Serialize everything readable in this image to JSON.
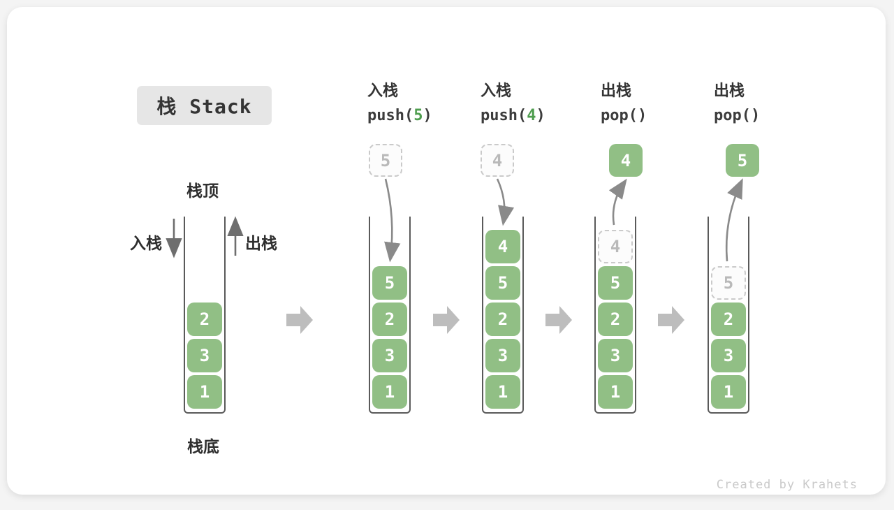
{
  "title": "栈 Stack",
  "watermark": "Created by Krahets",
  "labels": {
    "stack_top": "栈顶",
    "stack_bottom": "栈底",
    "push_side": "入栈",
    "pop_side": "出栈"
  },
  "colors": {
    "cell_green": "#91bf85",
    "code_arg_green": "#4e9d4e",
    "ghost_border": "#cacaca",
    "ghost_text": "#b9b9b9",
    "wall_gray": "#5a5a5a",
    "flow_arrow_gray": "#bdbdbd",
    "curve_arrow_gray": "#8a8a8a",
    "title_bg": "#e6e6e6",
    "ink": "#333333",
    "watermark_gray": "#c9c9c9"
  },
  "operations": [
    {
      "kind": "push",
      "label": "入栈",
      "fn": "push(",
      "arg": "5",
      "close": ")"
    },
    {
      "kind": "push",
      "label": "入栈",
      "fn": "push(",
      "arg": "4",
      "close": ")"
    },
    {
      "kind": "pop",
      "label": "出栈",
      "fn": "pop(",
      "arg": "",
      "close": ")"
    },
    {
      "kind": "pop",
      "label": "出栈",
      "fn": "pop(",
      "arg": "",
      "close": ")"
    }
  ],
  "stacks": [
    {
      "id": "initial",
      "flow": "none",
      "floating": null,
      "cells": [
        {
          "v": "2"
        },
        {
          "v": "3"
        },
        {
          "v": "1"
        }
      ]
    },
    {
      "id": "after-push-5",
      "flow": "in",
      "floating": {
        "v": "5",
        "ghost": true
      },
      "cells": [
        {
          "v": "5"
        },
        {
          "v": "2"
        },
        {
          "v": "3"
        },
        {
          "v": "1"
        }
      ]
    },
    {
      "id": "after-push-4",
      "flow": "in",
      "floating": {
        "v": "4",
        "ghost": true
      },
      "cells": [
        {
          "v": "4"
        },
        {
          "v": "5"
        },
        {
          "v": "2"
        },
        {
          "v": "3"
        },
        {
          "v": "1"
        }
      ]
    },
    {
      "id": "after-pop-4",
      "flow": "out",
      "floating": {
        "v": "4",
        "ghost": false
      },
      "cells": [
        {
          "v": "4",
          "ghost": true
        },
        {
          "v": "5"
        },
        {
          "v": "2"
        },
        {
          "v": "3"
        },
        {
          "v": "1"
        }
      ]
    },
    {
      "id": "after-pop-5",
      "flow": "out",
      "floating": {
        "v": "5",
        "ghost": false
      },
      "cells": [
        {
          "v": "5",
          "ghost": true
        },
        {
          "v": "2"
        },
        {
          "v": "3"
        },
        {
          "v": "1"
        }
      ]
    }
  ]
}
